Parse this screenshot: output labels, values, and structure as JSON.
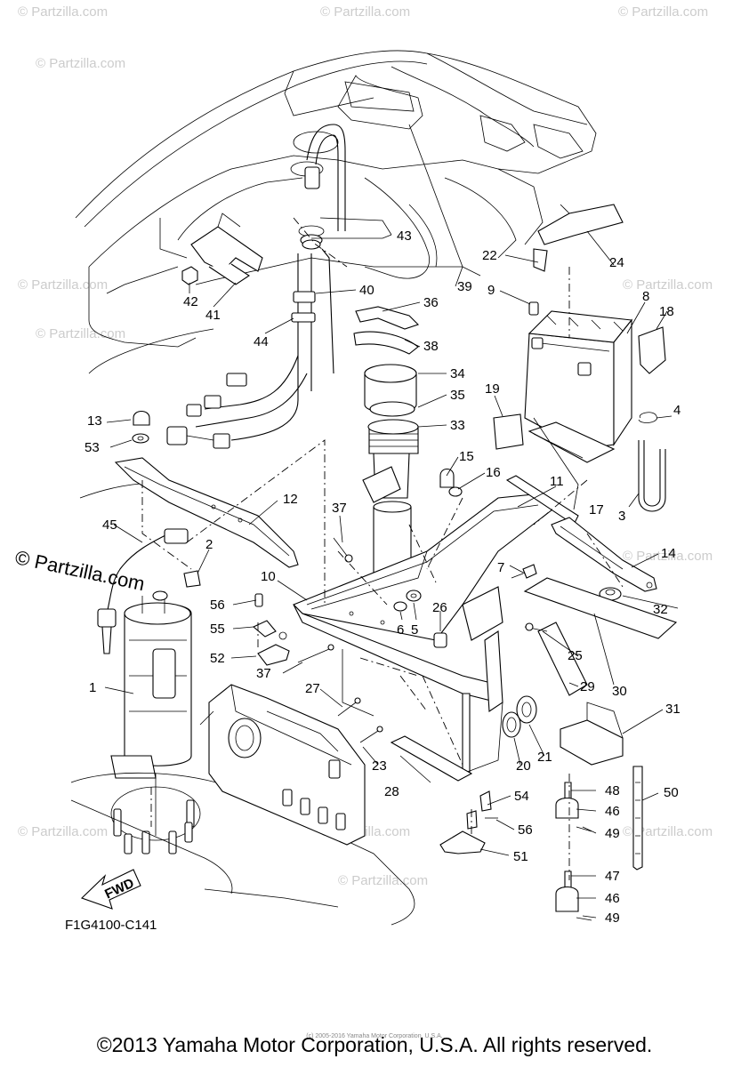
{
  "diagram": {
    "code": "F1G4100-C141",
    "fwd_label": "FWD",
    "copyright": "©2013 Yamaha Motor Corporation, U.S.A. All rights reserved.",
    "small_copyright": "(c) 2005-2016 Yamaha Motor Corporation, U.S.A.",
    "watermark": "© Partzilla.com",
    "callouts": [
      "1",
      "2",
      "3",
      "4",
      "5",
      "6",
      "7",
      "8",
      "9",
      "10",
      "11",
      "12",
      "13",
      "14",
      "15",
      "16",
      "17",
      "18",
      "19",
      "20",
      "21",
      "22",
      "23",
      "24",
      "25",
      "26",
      "27",
      "28",
      "29",
      "30",
      "31",
      "32",
      "33",
      "34",
      "35",
      "36",
      "37",
      "37",
      "38",
      "39",
      "40",
      "41",
      "42",
      "43",
      "44",
      "45",
      "46",
      "46",
      "47",
      "48",
      "49",
      "49",
      "50",
      "51",
      "52",
      "53",
      "54",
      "55",
      "56",
      "56"
    ]
  }
}
